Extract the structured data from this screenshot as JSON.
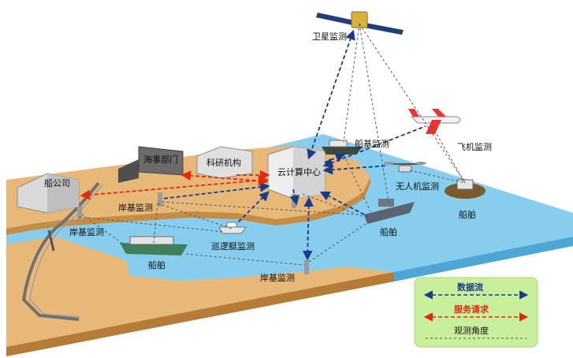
{
  "labels": {
    "satellite": "卫星监测",
    "ship_monitor": "船基监测",
    "aircraft": "飞机监测",
    "drone": "无人机监测",
    "cloud": "云计算中心",
    "research": "科研机构",
    "maritime": "海事部门",
    "company": "船公司",
    "shore_top": "岸基监测",
    "shore_left": "岸基监测",
    "shore_bottom": "岸基监测",
    "patrol": "巡逻艇监测",
    "ship_left": "船舶",
    "ship_mid": "船舶",
    "ship_right": "船舶"
  },
  "legend": {
    "data_flow": "数据流",
    "service_request": "服务请求",
    "observe_angle": "观测角度"
  },
  "colors": {
    "data_flow": "#1a3b8c",
    "service_request": "#e02a10",
    "observe_angle": "#555555",
    "water": "#86cdee",
    "land": "#e8b878",
    "legend_bg": "#c9ee9c"
  }
}
